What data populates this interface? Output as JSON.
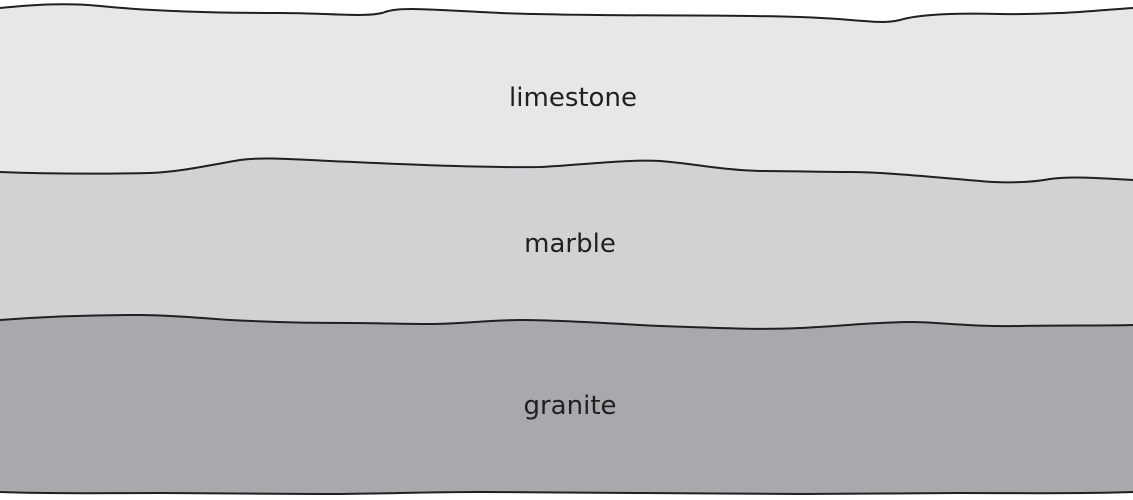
{
  "layers": [
    {
      "name": "limestone",
      "fill": "#e6e7e8"
    },
    {
      "name": "marble",
      "fill": "#d1d2d4"
    },
    {
      "name": "granite",
      "fill": "#a7a9ac"
    }
  ],
  "boundary_color": "#231f20"
}
